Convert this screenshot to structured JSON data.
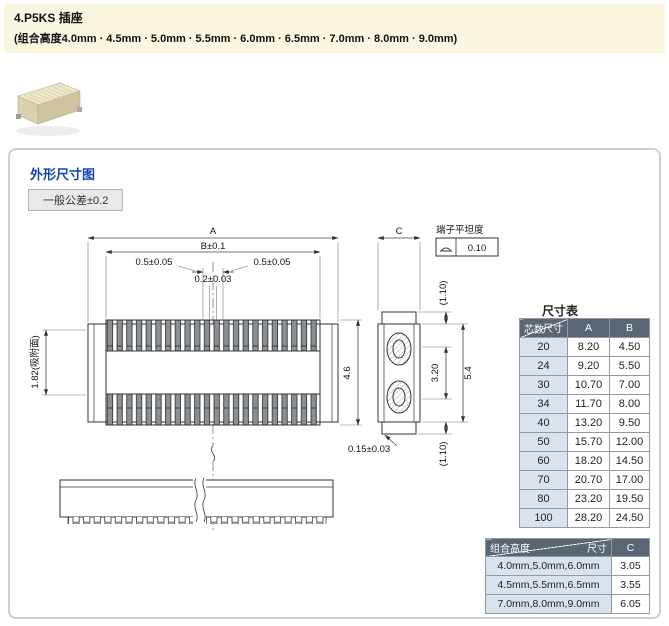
{
  "header": {
    "title": "4.P5KS 插座",
    "subtitle": "(组合高度4.0mm · 4.5mm · 5.0mm · 5.5mm · 6.0mm · 6.5mm · 7.0mm · 8.0mm · 9.0mm)"
  },
  "section": {
    "title": "外形尺寸图",
    "tolerance_note": "一般公差±0.2"
  },
  "drawing": {
    "dims": {
      "A": "A",
      "B": "B±0.1",
      "pitch_left": "0.5±0.05",
      "pitch_right": "0.5±0.05",
      "pin_width": "0.2±0.03",
      "suction": "1.82(吸附面)",
      "height": "4.6",
      "C": "C",
      "gap_top": "(1.10)",
      "mid": "3.20",
      "total": "5.4",
      "gap_bottom": "(1.10)",
      "standoff": "0.15±0.03"
    },
    "flatness": {
      "label": "端子平坦度",
      "value": "0.10"
    }
  },
  "size_table": {
    "title": "尺寸表",
    "corner_top": "尺寸",
    "corner_bottom": "芯数",
    "columns": [
      "A",
      "B"
    ],
    "rows": [
      {
        "pins": "20",
        "A": "8.20",
        "B": "4.50"
      },
      {
        "pins": "24",
        "A": "9.20",
        "B": "5.50"
      },
      {
        "pins": "30",
        "A": "10.70",
        "B": "7.00"
      },
      {
        "pins": "34",
        "A": "11.70",
        "B": "8.00"
      },
      {
        "pins": "40",
        "A": "13.20",
        "B": "9.50"
      },
      {
        "pins": "50",
        "A": "15.70",
        "B": "12.00"
      },
      {
        "pins": "60",
        "A": "18.20",
        "B": "14.50"
      },
      {
        "pins": "70",
        "A": "20.70",
        "B": "17.00"
      },
      {
        "pins": "80",
        "A": "23.20",
        "B": "19.50"
      },
      {
        "pins": "100",
        "A": "28.20",
        "B": "24.50"
      }
    ]
  },
  "height_table": {
    "corner_top": "尺寸",
    "corner_bottom": "组合高度",
    "column": "C",
    "rows": [
      {
        "heights": "4.0mm,5.0mm,6.0mm",
        "C": "3.05"
      },
      {
        "heights": "4.5mm,5.5mm,6.5mm",
        "C": "3.55"
      },
      {
        "heights": "7.0mm,8.0mm,9.0mm",
        "C": "6.05"
      }
    ]
  },
  "colors": {
    "header_bg": "#fbf6e0",
    "accent_blue": "#1544ad",
    "table_header_bg": "#5a6673",
    "table_key_bg": "#d8e3ef"
  }
}
